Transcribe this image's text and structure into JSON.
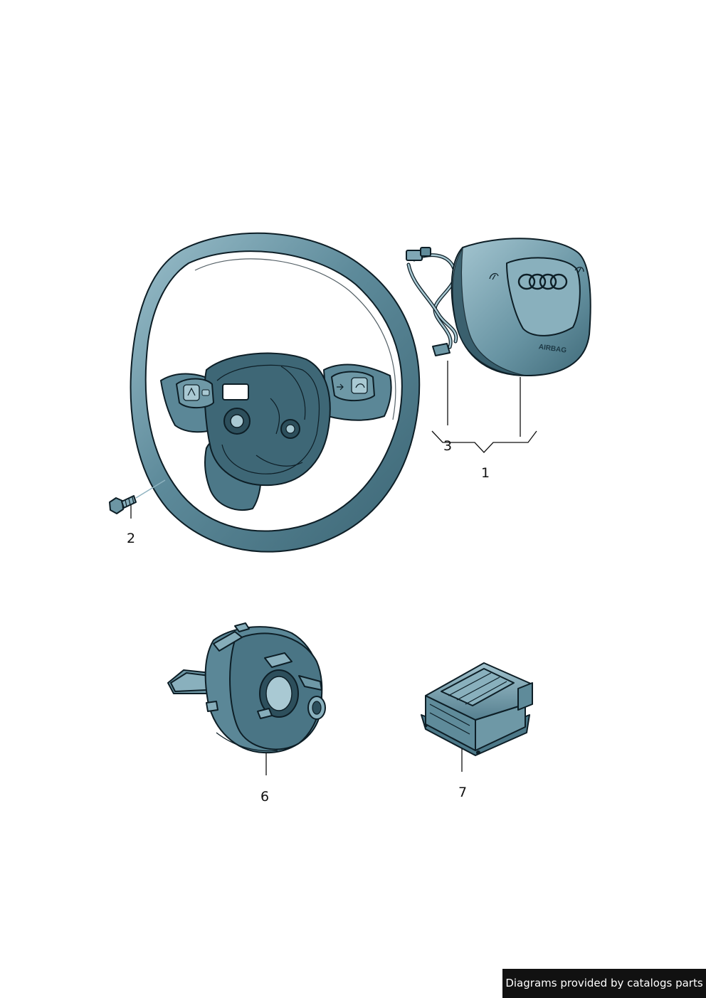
{
  "parts": [
    {
      "number": "1",
      "name": "airbag-unit"
    },
    {
      "number": "2",
      "name": "bolt"
    },
    {
      "number": "3",
      "name": "connecting-wire"
    },
    {
      "number": "6",
      "name": "clock-spring"
    },
    {
      "number": "7",
      "name": "airbag-control-unit"
    }
  ],
  "embossed_text": {
    "airbag": "AIRBAG"
  },
  "footer": {
    "credit": "Diagrams provided by catalogs parts"
  },
  "colors": {
    "part_fill": "#4d7a8a",
    "highlight": "#a9c9d3",
    "outline": "#0d1e26"
  }
}
